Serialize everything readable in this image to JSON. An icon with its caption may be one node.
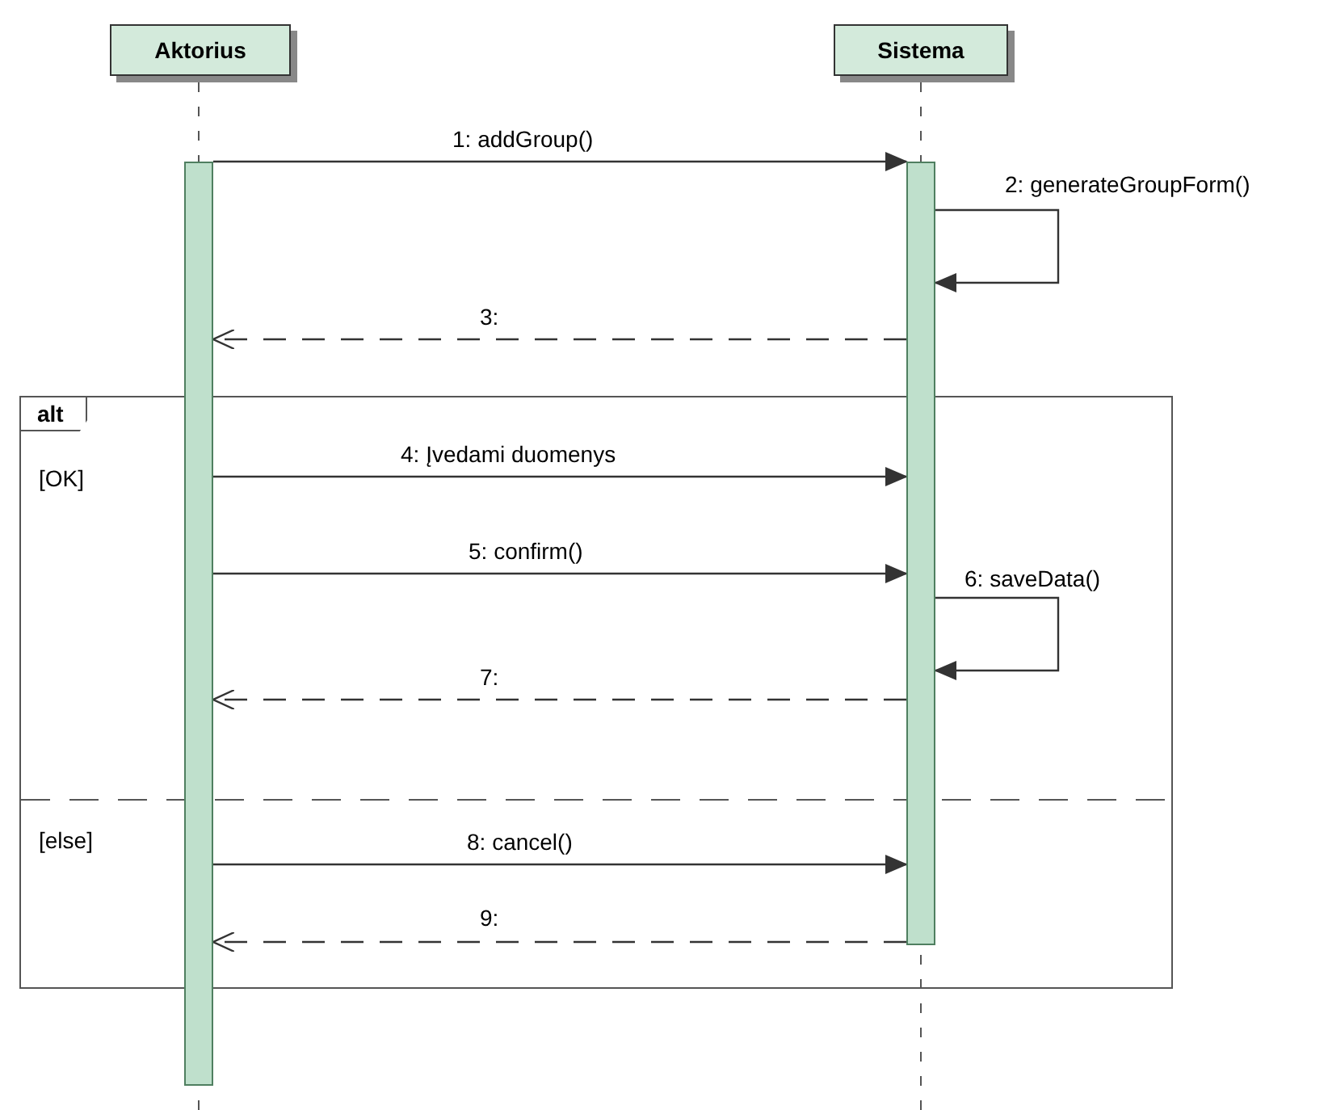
{
  "diagram": {
    "nodes": [
      {
        "text": [
          "Aktorius"
        ]
      },
      {
        "text": [
          "Sistema"
        ]
      },
      {
        "text": [],
        "shape": "bar"
      },
      {
        "text": [],
        "shape": "bar"
      },
      {
        "text": [
          "alt"
        ]
      }
    ],
    "edges": [
      {
        "from": 2,
        "to": 3,
        "arrow": "to",
        "label": "1: addGroup()"
      },
      {
        "from": 3,
        "to": 3,
        "arrow": "to",
        "label": "2: generateGroupForm()"
      },
      {
        "from": 3,
        "to": 2,
        "arrow": "to",
        "label": "3:",
        "style": "dashed"
      },
      {
        "from": 2,
        "to": 3,
        "arrow": "to",
        "label": "4: Įvedami duomenys"
      },
      {
        "from": 2,
        "to": 3,
        "arrow": "to",
        "label": "5: confirm()"
      },
      {
        "from": 3,
        "to": 3,
        "arrow": "to",
        "label": "6: saveData()"
      },
      {
        "from": 3,
        "to": 2,
        "arrow": "to",
        "label": "7:",
        "style": "dashed"
      },
      {
        "from": 2,
        "to": 3,
        "arrow": "to",
        "label": "8: cancel()"
      },
      {
        "from": 3,
        "to": 2,
        "arrow": "to",
        "label": "9:",
        "style": "dashed"
      }
    ],
    "labels": [
      "[OK]",
      "[else]"
    ]
  }
}
